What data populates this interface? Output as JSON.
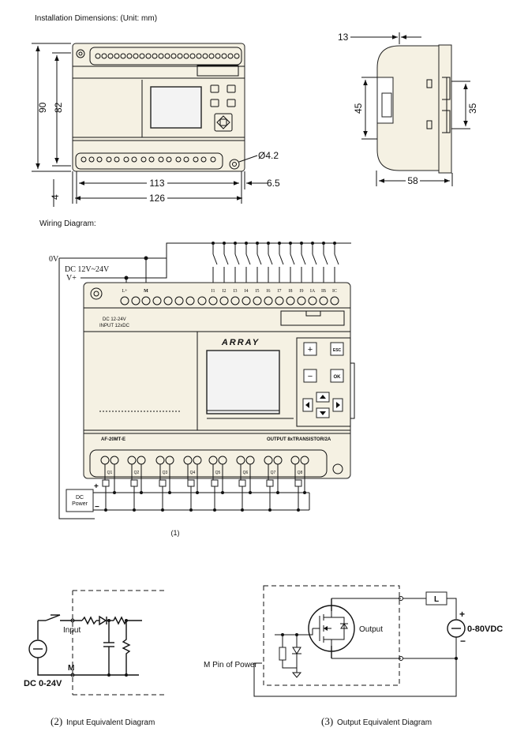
{
  "sections": {
    "installation_title": "Installation Dimensions: (Unit: mm)",
    "wiring_title": "Wiring Diagram:"
  },
  "front_dims": {
    "height_outer": "90",
    "height_inner": "82",
    "width_inner": "113",
    "width_outer": "126",
    "hole": "Ø4.2",
    "offset_right": "6.5",
    "offset_bottom": "4"
  },
  "side_dims": {
    "top": "13",
    "left_height": "45",
    "right_height": "35",
    "depth": "58"
  },
  "wiring": {
    "supply_0v": "0V",
    "supply_range": "DC 12V~24V",
    "supply_vplus": "V+",
    "term_lplus": "L+",
    "term_m": "M",
    "input_terms": [
      "I1",
      "I2",
      "I3",
      "I4",
      "I5",
      "I6",
      "I7",
      "I8",
      "I9",
      "IA",
      "IB",
      "IC"
    ],
    "dc_label_line1": "DC  12-24V",
    "dc_label_line2": "INPUT  12xDC",
    "brand": "ARRAY",
    "key_plus": "+",
    "key_esc": "ESC",
    "key_minus": "−",
    "key_ok": "OK",
    "model": "AF-20MT-E",
    "output_label": "OUTPUT 8xTRANSISTOR/2A",
    "output_terms": [
      "Q1",
      "Q2",
      "Q3",
      "Q4",
      "Q5",
      "Q6",
      "Q7",
      "Q8"
    ],
    "dc_power_line1": "DC",
    "dc_power_line2": "Power",
    "pol_plus": "+",
    "pol_minus": "−",
    "caption": "(1)"
  },
  "input_equiv": {
    "input_label": "Input",
    "m_label": "M",
    "supply_label": "DC 0-24V",
    "caption_num": "(2)",
    "caption_text": "Input Equivalent Diagram"
  },
  "output_equiv": {
    "load_label": "L",
    "output_label": "Output",
    "m_pin_label": "M Pin of Power",
    "supply_label": "0-80VDC",
    "pol_plus": "+",
    "pol_minus": "−",
    "caption_num": "(3)",
    "caption_text": "Output Equivalent Diagram"
  }
}
